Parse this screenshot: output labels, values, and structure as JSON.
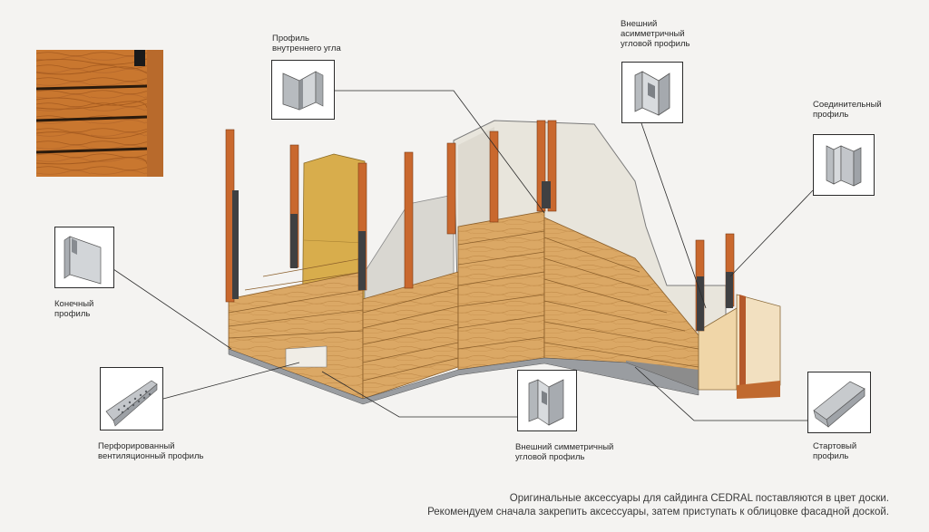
{
  "labels": {
    "inner_corner": "Профиль\nвнутреннего угла",
    "outer_asym": "Внешний\nасимметричный\nугловой профиль",
    "connector": "Соединительный\nпрофиль",
    "end": "Конечный\nпрофиль",
    "vent": "Перфорированный\nвентиляционный профиль",
    "outer_sym": "Внешний симметричный\nугловой профиль",
    "starter": "Стартовый\nпрофиль"
  },
  "caption": {
    "line1": "Оригинальные аксессуары для сайдинга CEDRAL поставляются в цвет доски.",
    "line2": "Рекомендуем сначала закрепить аксессуары, затем приступать к облицовке фасадной доской."
  },
  "colors": {
    "board": "#d9a25e",
    "board_dark": "#b9813f",
    "batten": "#c9682e",
    "concrete": "#e6e3da",
    "insulation": "#d9b04e",
    "metal": "#9ea1a5",
    "line": "#2b2b2b"
  }
}
